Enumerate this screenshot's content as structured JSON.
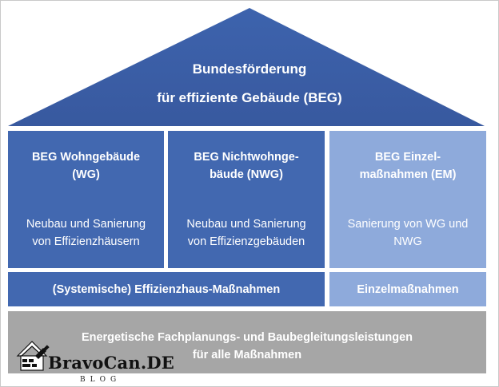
{
  "roof": {
    "line1": "Bundesförderung",
    "line2": "für effiziente Gebäude (BEG)"
  },
  "columns": [
    {
      "title1": "BEG Wohngebäude",
      "title2": "(WG)",
      "body1": "Neubau und Sanierung",
      "body2": "von Effizienzhäusern"
    },
    {
      "title1": "BEG Nichtwohnge-",
      "title2": "bäude (NWG)",
      "body1": "Neubau und Sanierung",
      "body2": "von Effizienzgebäuden"
    },
    {
      "title1": "BEG Einzel-",
      "title2": "maßnahmen (EM)",
      "body1": "Sanierung von WG und",
      "body2": "NWG"
    }
  ],
  "bands": {
    "systemic": "(Systemische) Effizienzhaus-Maßnahmen",
    "individual": "Einzelmaßnahmen"
  },
  "base": {
    "line1": "Energetische Fachplanungs- und Baubegleitungsleistungen",
    "line2": "für alle Maßnahmen"
  },
  "watermark": {
    "name": "BravoCan.DE",
    "sub": "BLOG"
  },
  "colors": {
    "dark_blue": "#4268b0",
    "roof_blue": "#3f63ad",
    "light_blue": "#8eaadb",
    "gray": "#a6a6a6"
  }
}
